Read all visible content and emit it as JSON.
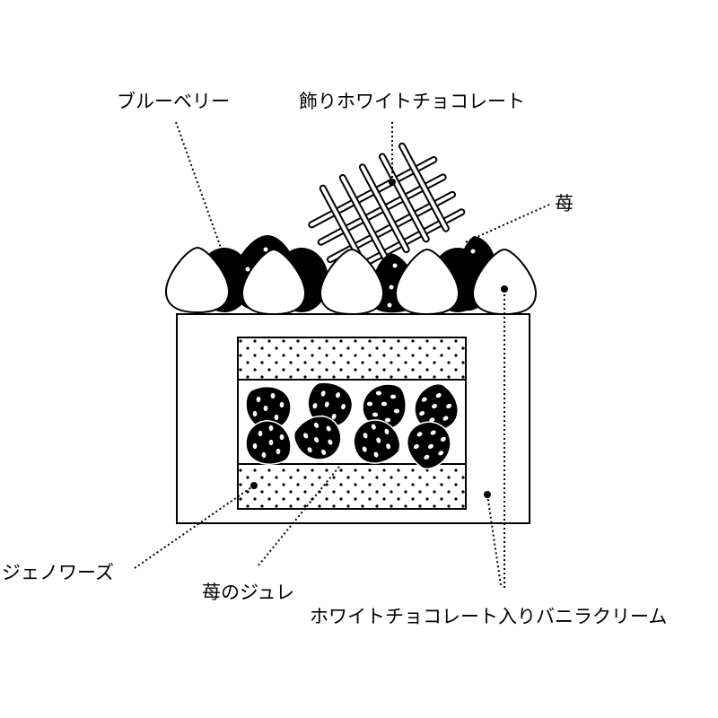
{
  "labels": {
    "blueberry": "ブルーベリー",
    "white_choco_decoration": "飾りホワイトチョコレート",
    "strawberry": "苺",
    "genoise": "ジェノワーズ",
    "strawberry_jelly": "苺のジュレ",
    "vanilla_cream": "ホワイトチョコレート入りバニラクリーム"
  },
  "colors": {
    "ink": "#000000",
    "paper": "#ffffff"
  }
}
